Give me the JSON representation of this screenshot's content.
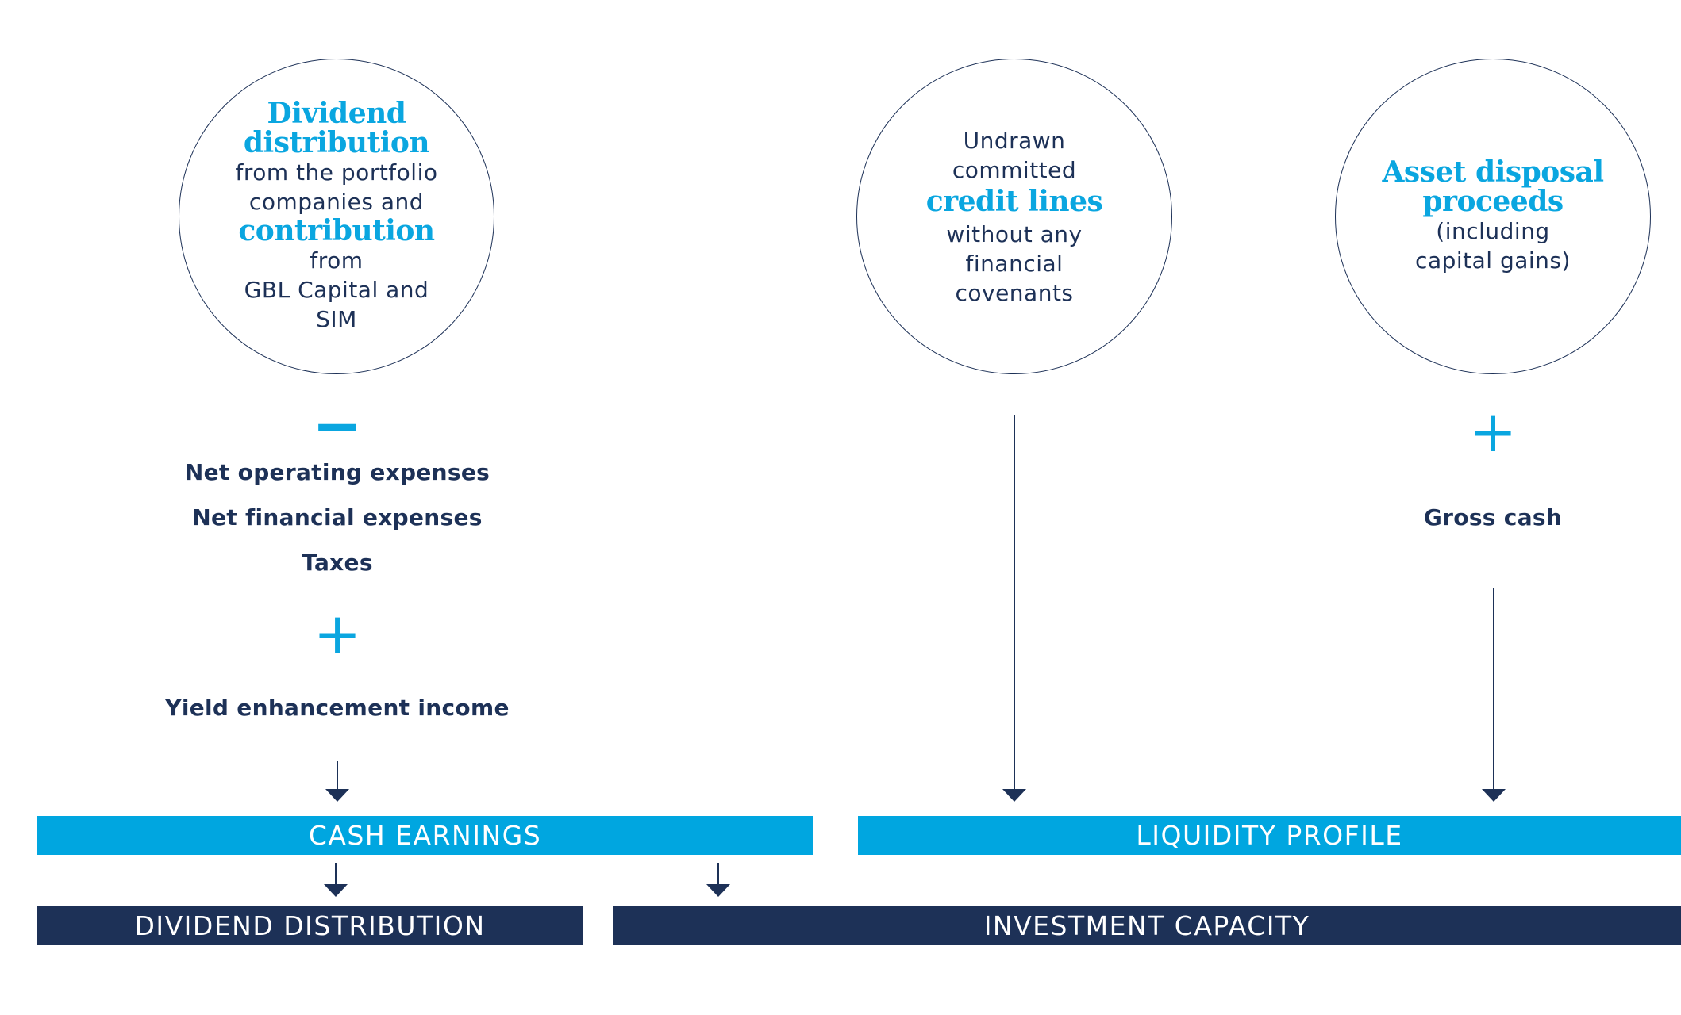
{
  "circles": {
    "dividend": {
      "l1": "Dividend",
      "l2": "distribution",
      "l3": "from the portfolio",
      "l4": "companies and",
      "l5": "contribution",
      "l6": "from",
      "l7": "GBL Capital and",
      "l8": "SIM"
    },
    "credit": {
      "l1": "Undrawn",
      "l2": "committed",
      "l3": "credit lines",
      "l4": "without any",
      "l5": "financial",
      "l6": "covenants"
    },
    "asset": {
      "l1": "Asset disposal",
      "l2": "proceeds",
      "l3": "(including",
      "l4": "capital gains)"
    }
  },
  "left_items": {
    "minus": "−",
    "net_operating": "Net operating expenses",
    "net_financial": "Net financial expenses",
    "taxes": "Taxes",
    "plus": "+",
    "yield": "Yield enhancement income"
  },
  "right_items": {
    "plus": "+",
    "gross_cash": "Gross cash"
  },
  "bars": {
    "cash_earnings": "CASH EARNINGS",
    "liquidity_profile": "LIQUIDITY PROFILE",
    "dividend_distribution": "DIVIDEND DISTRIBUTION",
    "investment_capacity": "INVESTMENT CAPACITY"
  },
  "colors": {
    "accent": "#00a6e0",
    "navy": "#1d3157",
    "background": "#ffffff"
  }
}
